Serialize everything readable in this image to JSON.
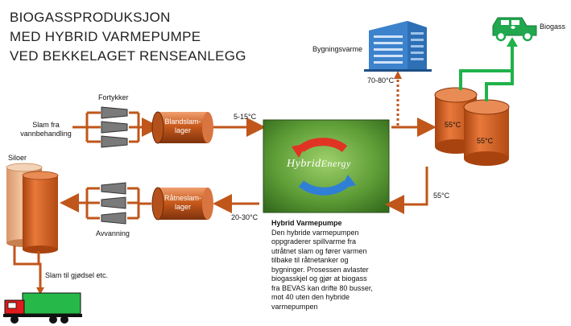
{
  "title": {
    "line1": "BIOGASSPRODUKSJON",
    "line2": "MED HYBRID VARMEPUMPE",
    "line3": "VED BEKKELAGET RENSEANLEGG"
  },
  "labels": {
    "fortykker": "Fortykker",
    "slam_fra_line1": "Slam fra",
    "slam_fra_line2": "vannbehandling",
    "blandslam_line1": "Blandslam-",
    "blandslam_line2": "lager",
    "temp_5_15": "5-15°C",
    "siloer": "Siloer",
    "ratneslam_line1": "Råtneslam-",
    "ratneslam_line2": "lager",
    "temp_20_30": "20-30°C",
    "avvanning": "Avvanning",
    "slam_til": "Slam til gjødsel etc.",
    "bygningsvarme": "Bygningsvarme",
    "temp_70_80": "70-80°C",
    "biogass": "Biogass",
    "tank1_temp": "55°C",
    "tank2_temp": "55°C",
    "temp_55_out": "55°C",
    "hybrid_logo_a": "Hybrid",
    "hybrid_logo_b": "Energy"
  },
  "description": {
    "heading": "Hybrid Varmepumpe",
    "lines": [
      "Den hybride varmepumpen",
      "oppgraderer spillvarme fra",
      "utråtnet slam og fører varmen",
      "tilbake til råtnetanker og",
      "bygninger. Prosessen avlaster",
      "biogasskjel og gjør at biogass",
      "fra BEVAS kan drifte 80 busser,",
      "mot 40 uten den hybride",
      "varmepumpen"
    ]
  },
  "colors": {
    "pipe": "#c0561a",
    "tank": "#d9622a",
    "green_pipe": "#20b24a",
    "box_green": "#4a8a2c",
    "building": "#2e6fb5",
    "car": "#21a84f",
    "truck_red": "#e01b1b",
    "truck_green": "#27b84a",
    "arrow_red": "#e03323",
    "arrow_blue": "#2f7fd6"
  }
}
